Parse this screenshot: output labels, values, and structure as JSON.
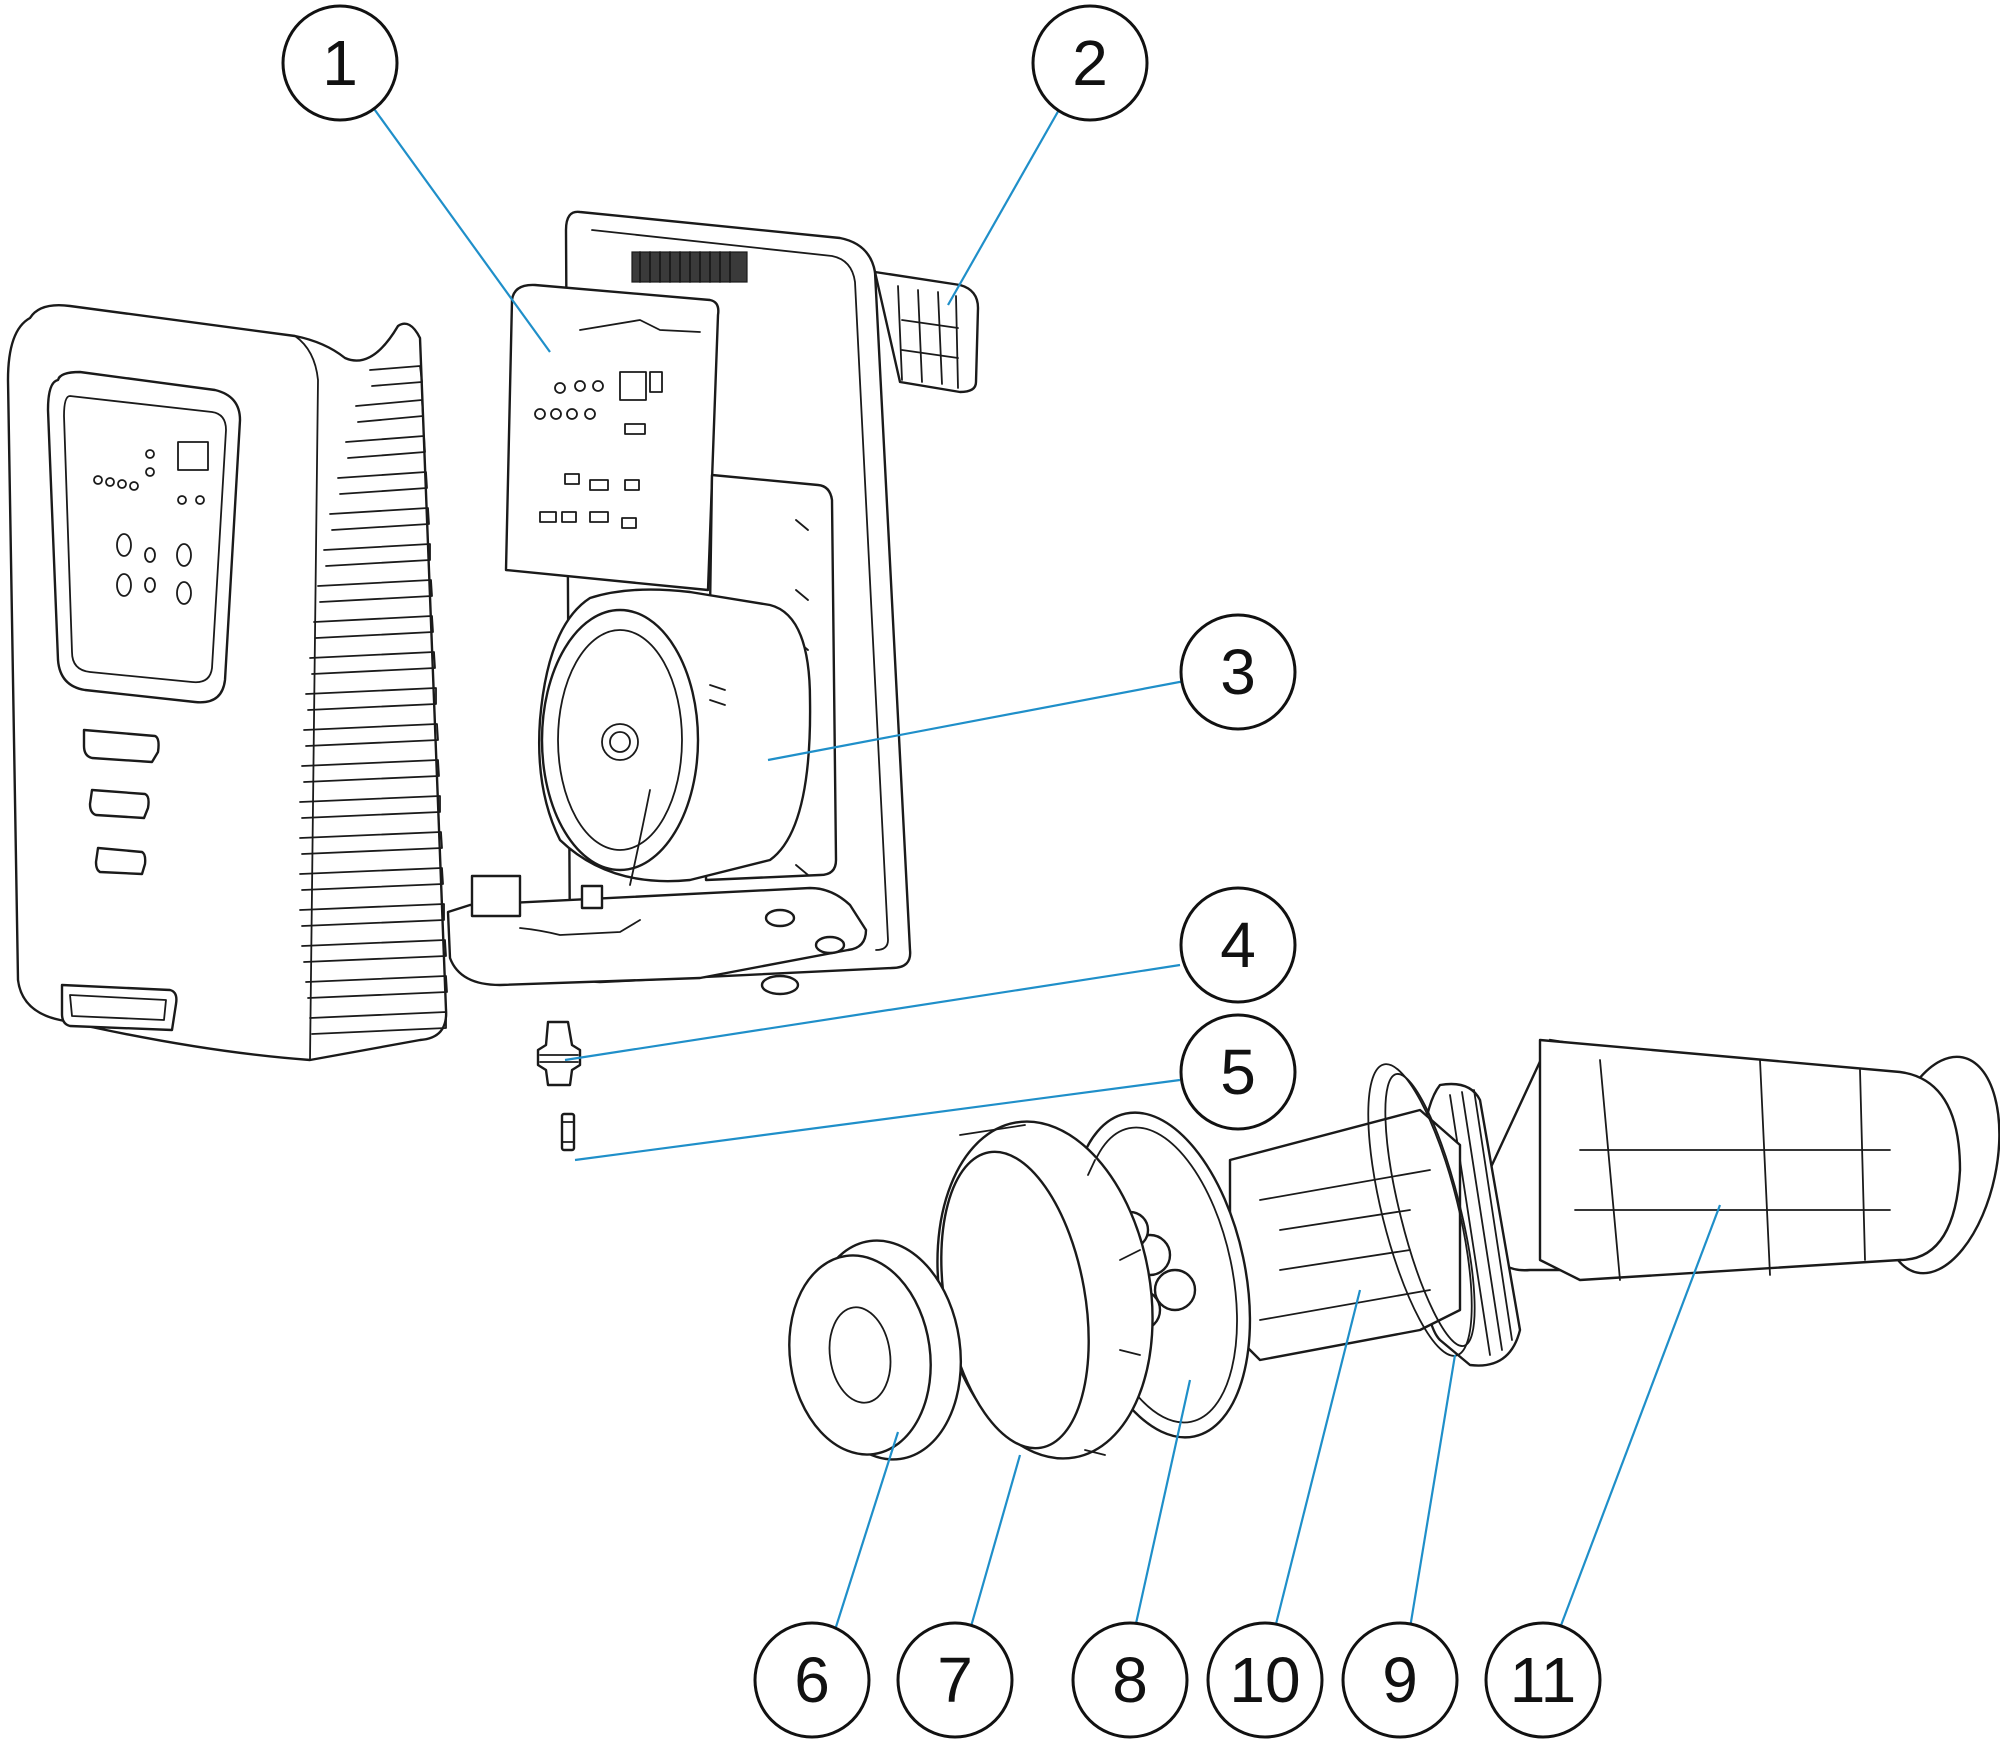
{
  "diagram": {
    "leader_color": "#1f8fc9",
    "line_color": "#1a1a1a",
    "callouts": [
      {
        "id": "c1",
        "label": "1"
      },
      {
        "id": "c2",
        "label": "2"
      },
      {
        "id": "c3",
        "label": "3"
      },
      {
        "id": "c4",
        "label": "4"
      },
      {
        "id": "c5",
        "label": "5"
      },
      {
        "id": "c6",
        "label": "6"
      },
      {
        "id": "c7",
        "label": "7"
      },
      {
        "id": "c8",
        "label": "8"
      },
      {
        "id": "c10",
        "label": "10"
      },
      {
        "id": "c9",
        "label": "9"
      },
      {
        "id": "c11",
        "label": "11"
      }
    ]
  }
}
